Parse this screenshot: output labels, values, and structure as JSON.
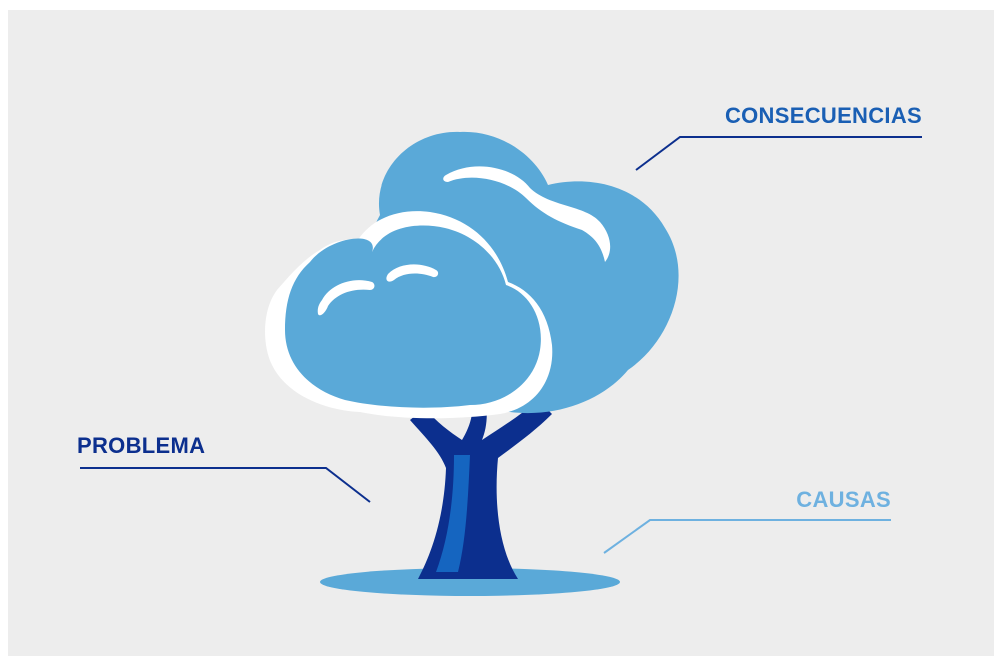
{
  "diagram": {
    "title": "",
    "labels": {
      "consequences": "CONSECUENCIAS",
      "problem": "PROBLEMA",
      "causes": "CAUSAS"
    },
    "parts": {
      "consequences": "tree-canopy-icon",
      "problem": "tree-trunk-icon",
      "causes": "tree-roots-icon"
    }
  },
  "colors": {
    "background": "#ededed",
    "canopy": "#5aa9d8",
    "canopy_highlight": "#ffffff",
    "trunk_dark": "#0c2f8e",
    "trunk_light": "#1565c0",
    "ground": "#5aa9d8",
    "label_consequences": "#1a5fb4",
    "label_problem": "#0c2f8e",
    "label_causes": "#6eb1e0"
  }
}
